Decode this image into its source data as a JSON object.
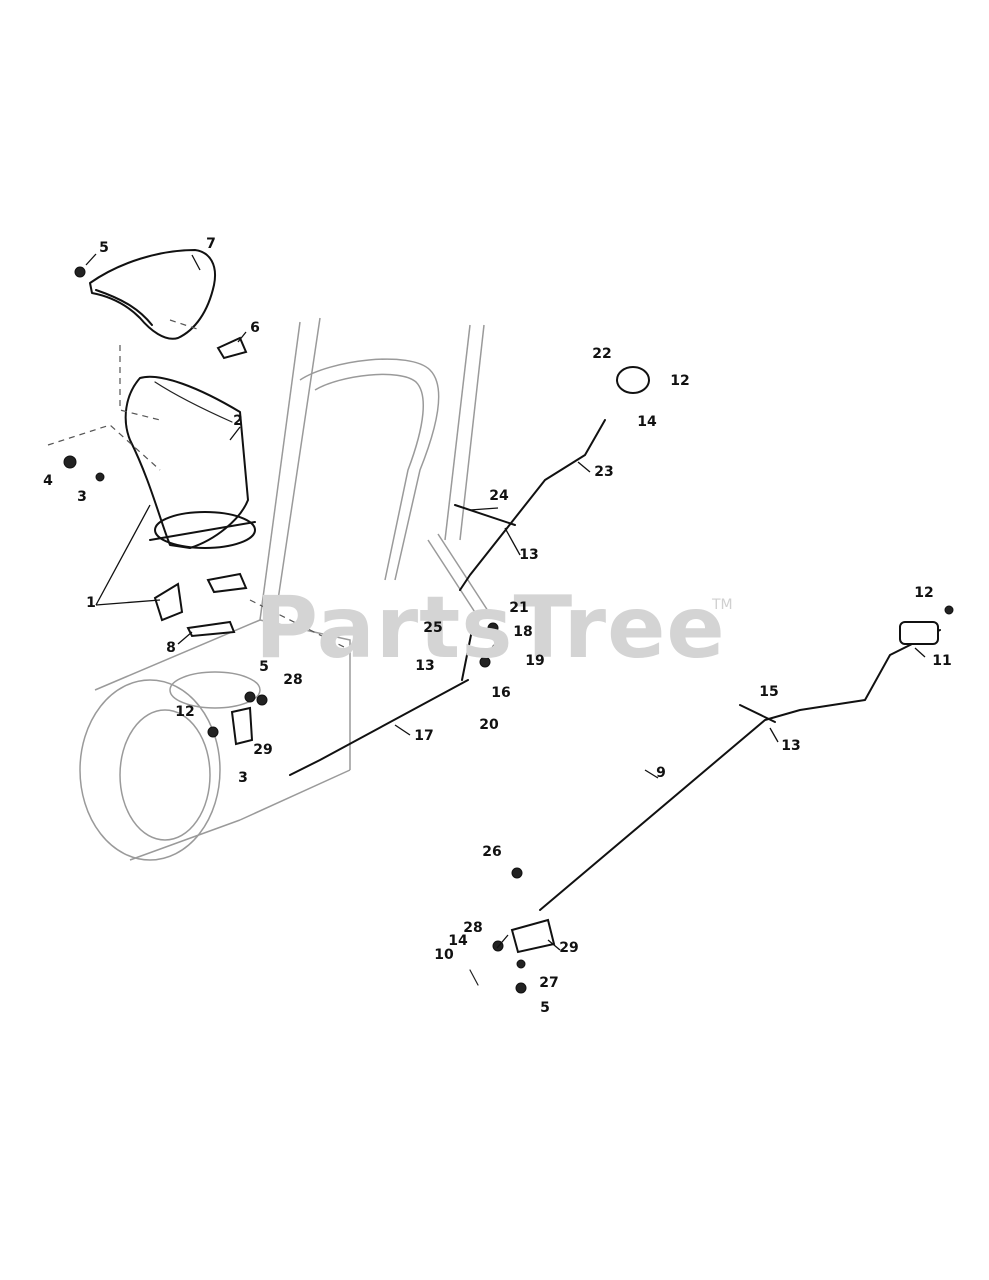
{
  "watermark": {
    "text": "PartsTree",
    "trademark": "TM"
  },
  "labels": {
    "l1": "1",
    "l2": "2",
    "l3a": "3",
    "l3b": "3",
    "l4": "4",
    "l5a": "5",
    "l5b": "5",
    "l5c": "5",
    "l6": "6",
    "l7": "7",
    "l8": "8",
    "l9": "9",
    "l10": "10",
    "l11": "11",
    "l12a": "12",
    "l12b": "12",
    "l12c": "12",
    "l13a": "13",
    "l13b": "13",
    "l13c": "13",
    "l14a": "14",
    "l14b": "14",
    "l15": "15",
    "l16": "16",
    "l17": "17",
    "l18": "18",
    "l19": "19",
    "l20": "20",
    "l21": "21",
    "l22": "22",
    "l23": "23",
    "l24": "24",
    "l25": "25",
    "l26": "26",
    "l27": "27",
    "l28a": "28",
    "l28b": "28",
    "l29a": "29",
    "l29b": "29"
  }
}
